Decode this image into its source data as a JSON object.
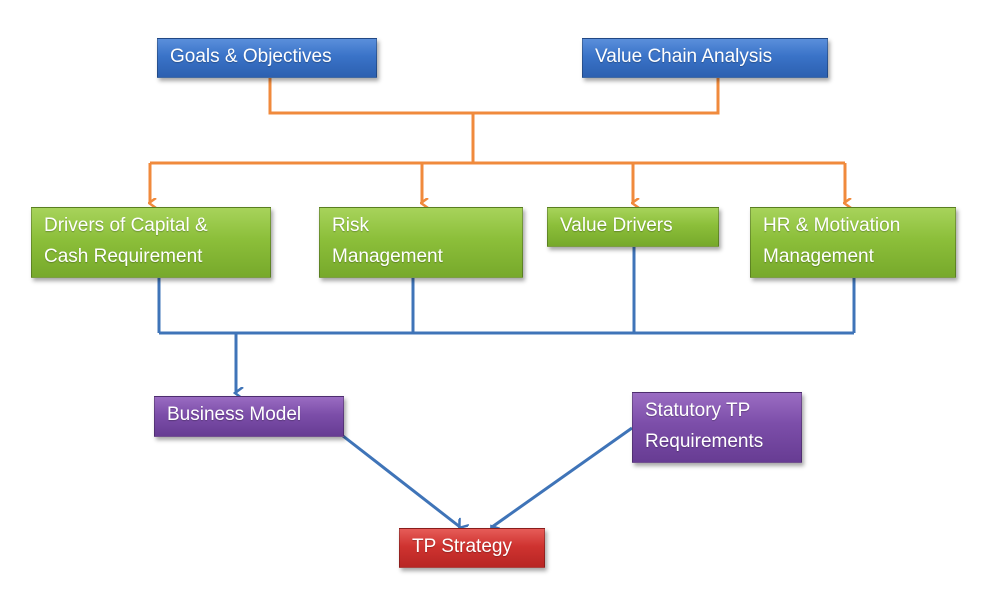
{
  "diagram": {
    "nodes": {
      "goals": {
        "lines": [
          "Goals & Objectives"
        ],
        "color": "#3a73c8"
      },
      "value_chain": {
        "lines": [
          "Value Chain Analysis"
        ],
        "color": "#3a73c8"
      },
      "capital": {
        "lines": [
          "Drivers of Capital &",
          "Cash Requirement"
        ],
        "color": "#8cbf3a"
      },
      "risk": {
        "lines": [
          "Risk",
          "Management"
        ],
        "color": "#8cbf3a"
      },
      "value_drivers": {
        "lines": [
          "Value Drivers"
        ],
        "color": "#8cbf3a"
      },
      "hr": {
        "lines": [
          "HR & Motivation",
          "Management"
        ],
        "color": "#8cbf3a"
      },
      "business_model": {
        "lines": [
          "Business Model"
        ],
        "color": "#7c4ea9"
      },
      "statutory": {
        "lines": [
          "Statutory TP",
          "Requirements"
        ],
        "color": "#7c4ea9"
      },
      "tp_strategy": {
        "lines": [
          "TP Strategy"
        ],
        "color": "#cf3330"
      }
    },
    "edges": [
      {
        "from": [
          "goals",
          "value_chain"
        ],
        "to": [
          "capital",
          "risk",
          "value_drivers",
          "hr"
        ],
        "color": "#f08a3c"
      },
      {
        "from": [
          "capital",
          "risk",
          "value_drivers",
          "hr"
        ],
        "to": [
          "business_model"
        ],
        "color": "#3f74b8"
      },
      {
        "from": [
          "business_model"
        ],
        "to": [
          "tp_strategy"
        ],
        "color": "#3f74b8"
      },
      {
        "from": [
          "statutory"
        ],
        "to": [
          "tp_strategy"
        ],
        "color": "#3f74b8"
      }
    ]
  }
}
